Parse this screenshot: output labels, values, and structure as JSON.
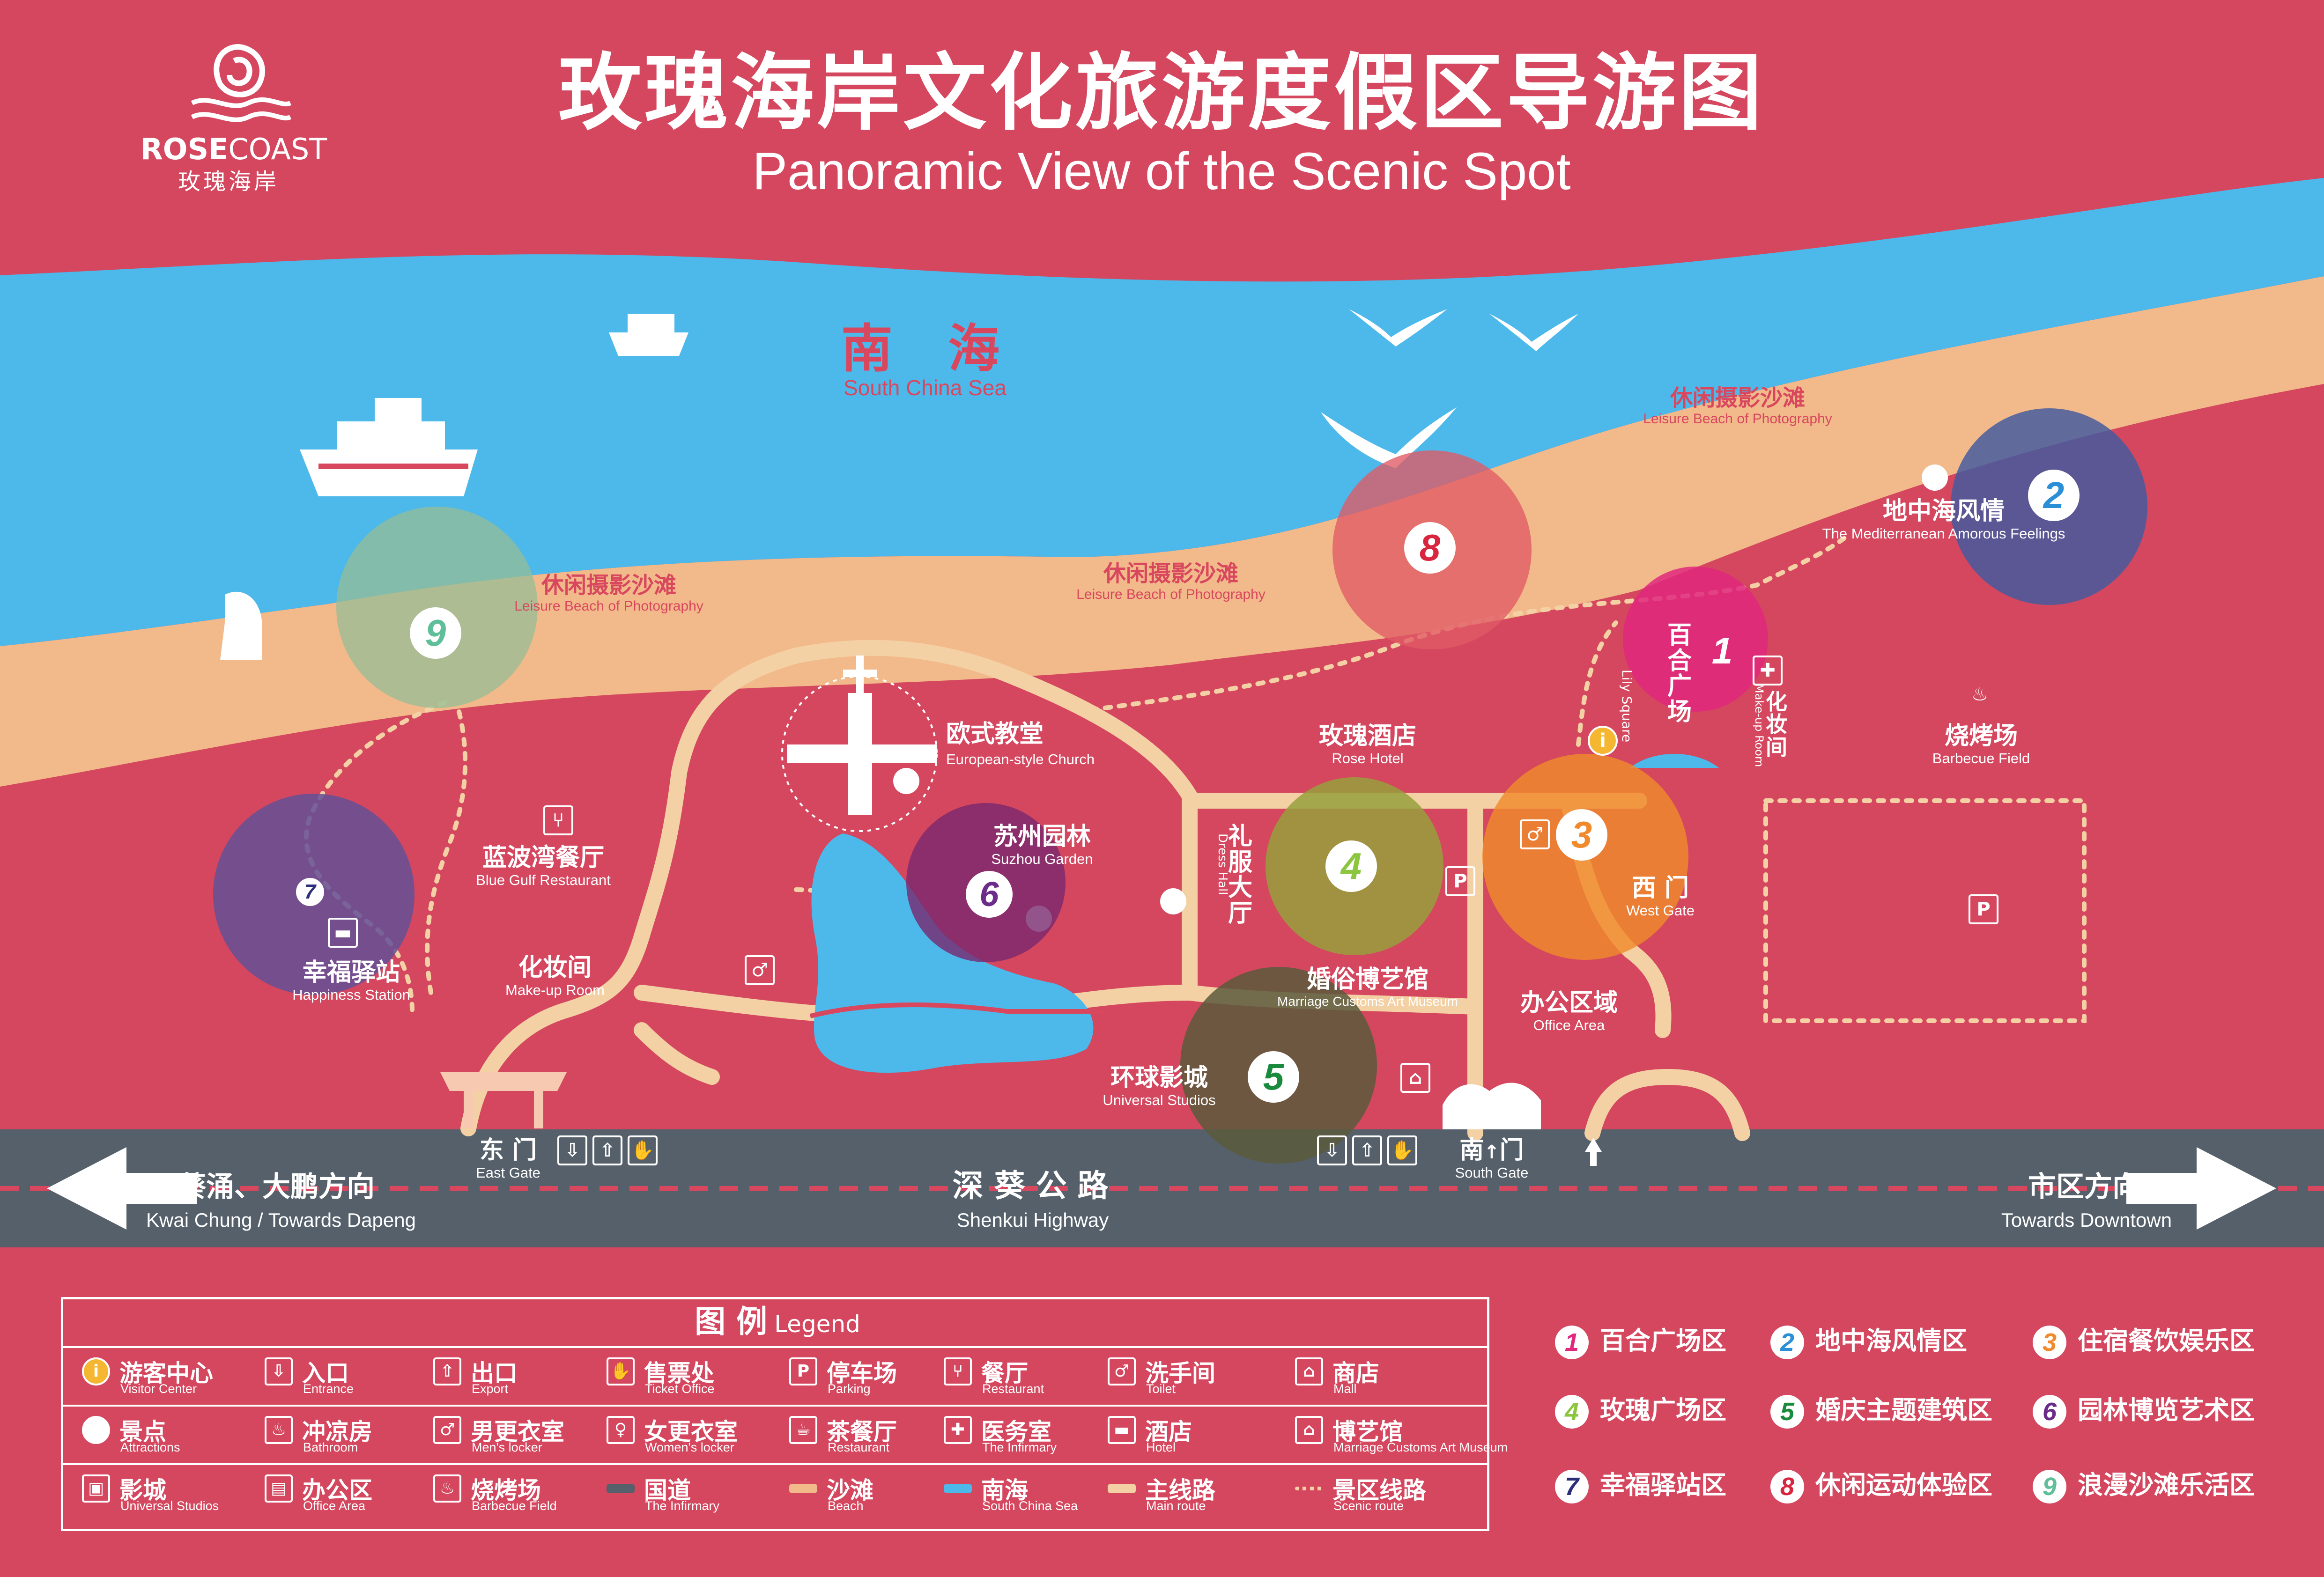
{
  "header": {
    "title_zh": "玫瑰海岸文化旅游度假区导游图",
    "title_en": "Panoramic View of the Scenic Spot",
    "logo_en_1": "ROSE",
    "logo_en_2": "COAST",
    "logo_zh": "玫瑰海岸"
  },
  "sea": {
    "zh": "南  海",
    "en": "South China Sea"
  },
  "beaches": [
    {
      "zh": "休闲摄影沙滩",
      "en": "Leisure Beach of Photography"
    },
    {
      "zh": "休闲摄影沙滩",
      "en": "Leisure Beach of Photography"
    },
    {
      "zh": "休闲摄影沙滩",
      "en": "Leisure Beach of Photography"
    }
  ],
  "places": {
    "mediterranean": {
      "zh": "地中海风情",
      "en": "The Mediterranean Amorous Feelings"
    },
    "lily": {
      "zh": "百合广场",
      "en": "Lily Square"
    },
    "makeup_v": {
      "zh": "化妆间",
      "en": "Make-up Room"
    },
    "barbecue": {
      "zh": "烧烤场",
      "en": "Barbecue Field"
    },
    "church": {
      "zh": "欧式教堂",
      "en": "European-style Church"
    },
    "rose_hotel": {
      "zh": "玫瑰酒店",
      "en": "Rose Hotel"
    },
    "suzhou": {
      "zh": "苏州园林",
      "en": "Suzhou Garden"
    },
    "dress": {
      "zh": "礼服大厅",
      "en": "Dress Hall"
    },
    "blue_gulf": {
      "zh": "蓝波湾餐厅",
      "en": "Blue Gulf Restaurant"
    },
    "happiness": {
      "zh": "幸福驿站",
      "en": "Happiness Station"
    },
    "makeup": {
      "zh": "化妆间",
      "en": "Make-up Room"
    },
    "west_gate": {
      "zh": "西  门",
      "en": "West Gate"
    },
    "marriage": {
      "zh": "婚俗博艺馆",
      "en": "Marriage Customs Art Museum"
    },
    "office": {
      "zh": "办公区域",
      "en": "Office Area"
    },
    "universal": {
      "zh": "环球影城",
      "en": "Universal Studios"
    },
    "east_gate": {
      "zh": "东  门",
      "en": "East Gate"
    },
    "south_gate_a": {
      "zh": "南",
      "zh2": "门",
      "en": "South Gate"
    }
  },
  "highway": {
    "left_zh": "葵涌、大鹏方向",
    "left_en": "Kwai Chung / Towards Dapeng",
    "center_zh": "深  葵  公  路",
    "center_en": "Shenkui Highway",
    "right_zh": "市区方向",
    "right_en": "Towards Downtown"
  },
  "zones_on_map": [
    "1",
    "2",
    "3",
    "4",
    "5",
    "6",
    "7",
    "8",
    "9"
  ],
  "legend": {
    "title_zh": "图    例",
    "title_en": "Legend",
    "items": [
      {
        "zh": "游客中心",
        "en": "Visitor Center",
        "icon": "info-icon",
        "sym": "i"
      },
      {
        "zh": "入口",
        "en": "Entrance",
        "icon": "entrance-icon",
        "sym": "⇩"
      },
      {
        "zh": "出口",
        "en": "Export",
        "icon": "exit-icon",
        "sym": "⇧"
      },
      {
        "zh": "售票处",
        "en": "Ticket Office",
        "icon": "ticket-icon",
        "sym": "✋"
      },
      {
        "zh": "停车场",
        "en": "Parking",
        "icon": "parking-icon",
        "sym": "P"
      },
      {
        "zh": "餐厅",
        "en": "Restaurant",
        "icon": "restaurant-icon",
        "sym": "⑂"
      },
      {
        "zh": "洗手间",
        "en": "Toilet",
        "icon": "toilet-icon",
        "sym": "♂"
      },
      {
        "zh": "商店",
        "en": "Mall",
        "icon": "shop-icon",
        "sym": "⌂"
      },
      {
        "zh": "景点",
        "en": "Attractions",
        "icon": "attraction-dot-icon",
        "sym": "●"
      },
      {
        "zh": "冲凉房",
        "en": "Bathroom",
        "icon": "shower-icon",
        "sym": "♨"
      },
      {
        "zh": "男更衣室",
        "en": "Men's locker",
        "icon": "mens-locker-icon",
        "sym": "♂"
      },
      {
        "zh": "女更衣室",
        "en": "Women's locker",
        "icon": "womens-locker-icon",
        "sym": "♀"
      },
      {
        "zh": "茶餐厅",
        "en": "Restaurant",
        "icon": "tea-restaurant-icon",
        "sym": "☕"
      },
      {
        "zh": "医务室",
        "en": "The Infirmary",
        "icon": "infirmary-icon",
        "sym": "✚"
      },
      {
        "zh": "酒店",
        "en": "Hotel",
        "icon": "hotel-icon",
        "sym": "▬"
      },
      {
        "zh": "博艺馆",
        "en": "Marriage Customs Art Museum",
        "icon": "museum-icon",
        "sym": "⌂"
      },
      {
        "zh": "影城",
        "en": "Universal Studios",
        "icon": "cinema-icon",
        "sym": "▣"
      },
      {
        "zh": "办公区",
        "en": "Office Area",
        "icon": "office-icon",
        "sym": "▤"
      },
      {
        "zh": "烧烤场",
        "en": "Barbecue Field",
        "icon": "barbecue-icon",
        "sym": "♨"
      },
      {
        "zh": "国道",
        "en": "The Infirmary",
        "icon": "national-road-swatch",
        "color": "#55606a"
      },
      {
        "zh": "沙滩",
        "en": "Beach",
        "icon": "beach-swatch",
        "color": "#f2b98a"
      },
      {
        "zh": "南海",
        "en": "South China Sea",
        "icon": "sea-swatch",
        "color": "#4db8ea"
      },
      {
        "zh": "主线路",
        "en": "Main route",
        "icon": "main-route-swatch",
        "color": "#f4d1a5"
      },
      {
        "zh": "景区线路",
        "en": "Scenic route",
        "icon": "scenic-route-swatch",
        "color": "#f4d1a5"
      }
    ]
  },
  "zones": [
    {
      "num": "1",
      "name": "百合广场区",
      "color": "#e0287e"
    },
    {
      "num": "2",
      "name": "地中海风情区",
      "color": "#2a8fd6"
    },
    {
      "num": "3",
      "name": "住宿餐饮娱乐区",
      "color": "#f08a2c"
    },
    {
      "num": "4",
      "name": "玫瑰广场区",
      "color": "#8cc63f"
    },
    {
      "num": "5",
      "name": "婚庆主题建筑区",
      "color": "#1a8a3c"
    },
    {
      "num": "6",
      "name": "园林博览艺术区",
      "color": "#6b2c8a"
    },
    {
      "num": "7",
      "name": "幸福驿站区",
      "color": "#2b2f7a"
    },
    {
      "num": "8",
      "name": "休闲运动体验区",
      "color": "#d9263f"
    },
    {
      "num": "9",
      "name": "浪漫沙滩乐活区",
      "color": "#5fbf9a"
    }
  ],
  "colors": {
    "background": "#d4475f",
    "sea": "#4db8ea",
    "beach": "#f2b98a",
    "road": "#f4d1a5",
    "highway": "#55606a"
  }
}
